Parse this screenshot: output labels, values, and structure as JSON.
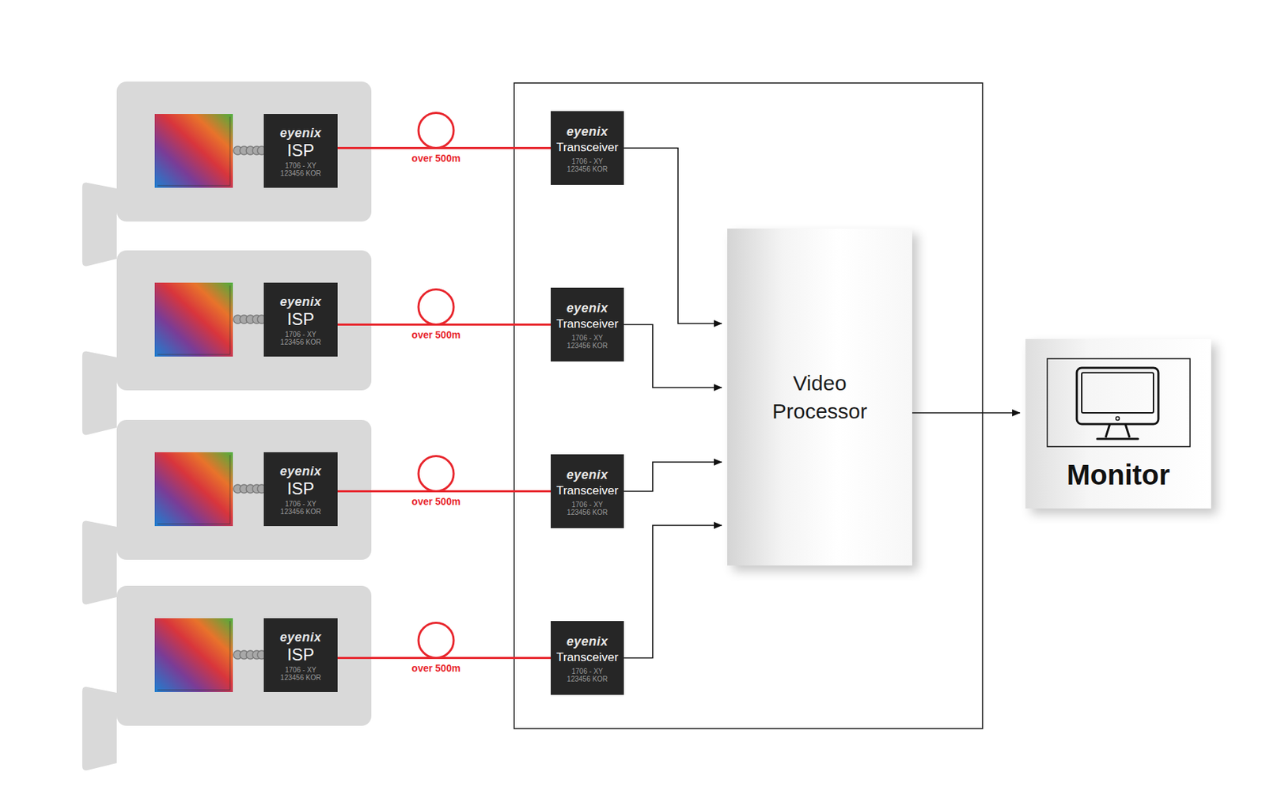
{
  "diagram": {
    "nodes": [
      {
        "text": [
          "eyenix",
          "ISP",
          "1706 - XY 123456 KOR"
        ]
      },
      {
        "text": [
          "eyenix",
          "ISP",
          "1706 - XY 123456 KOR"
        ]
      },
      {
        "text": [
          "eyenix",
          "ISP",
          "1706 - XY 123456 KOR"
        ]
      },
      {
        "text": [
          "eyenix",
          "ISP",
          "1706 - XY 123456 KOR"
        ]
      },
      {
        "text": [
          "eyenix",
          "Transceiver",
          "1706 - XY 123456 KOR"
        ]
      },
      {
        "text": [
          "eyenix",
          "Transceiver",
          "1706 - XY 123456 KOR"
        ]
      },
      {
        "text": [
          "eyenix",
          "Transceiver",
          "1706 - XY 123456 KOR"
        ]
      },
      {
        "text": [
          "eyenix",
          "Transceiver",
          "1706 - XY 123456 KOR"
        ]
      },
      {
        "text": [
          "Video Processor"
        ]
      },
      {
        "text": [
          "Monitor"
        ]
      }
    ],
    "edges": [
      {
        "from": 0,
        "to": 4,
        "arrow": "none",
        "label": "over 500m"
      },
      {
        "from": 1,
        "to": 5,
        "arrow": "none",
        "label": "over 500m"
      },
      {
        "from": 2,
        "to": 6,
        "arrow": "none",
        "label": "over 500m"
      },
      {
        "from": 3,
        "to": 7,
        "arrow": "none",
        "label": "over 500m"
      },
      {
        "from": 4,
        "to": 8,
        "arrow": "to"
      },
      {
        "from": 5,
        "to": 8,
        "arrow": "to"
      },
      {
        "from": 6,
        "to": 8,
        "arrow": "to"
      },
      {
        "from": 7,
        "to": 8,
        "arrow": "to"
      },
      {
        "from": 8,
        "to": 9,
        "arrow": "to"
      }
    ]
  }
}
